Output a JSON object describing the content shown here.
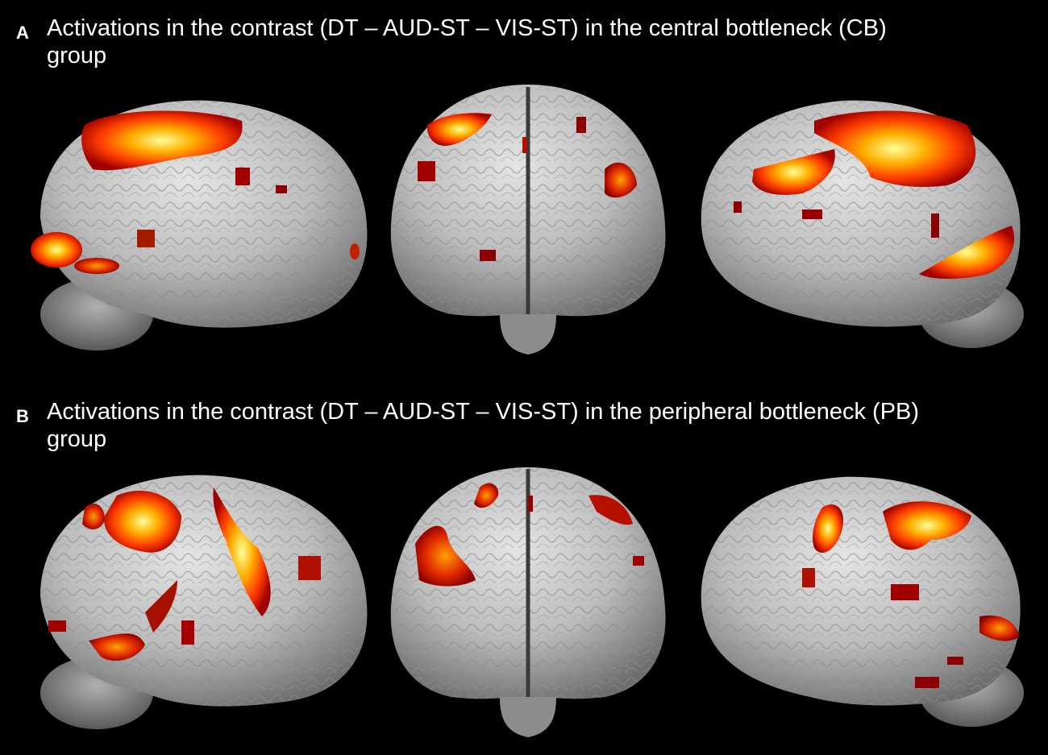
{
  "panels": [
    {
      "letter": "A",
      "title": "Activations in the contrast (DT – AUD-ST – VIS-ST) in the central bottleneck (CB)",
      "title_continued": "group"
    },
    {
      "letter": "B",
      "title": "Activations in the contrast (DT – AUD-ST – VIS-ST) in the peripheral bottleneck (PB)",
      "title_continued": "group"
    }
  ],
  "colors": {
    "background": "#000000",
    "brain_surface": "#b8b8b8",
    "activation_low": "#8b0000",
    "activation_mid": "#ff4a00",
    "activation_high": "#ffff80"
  }
}
